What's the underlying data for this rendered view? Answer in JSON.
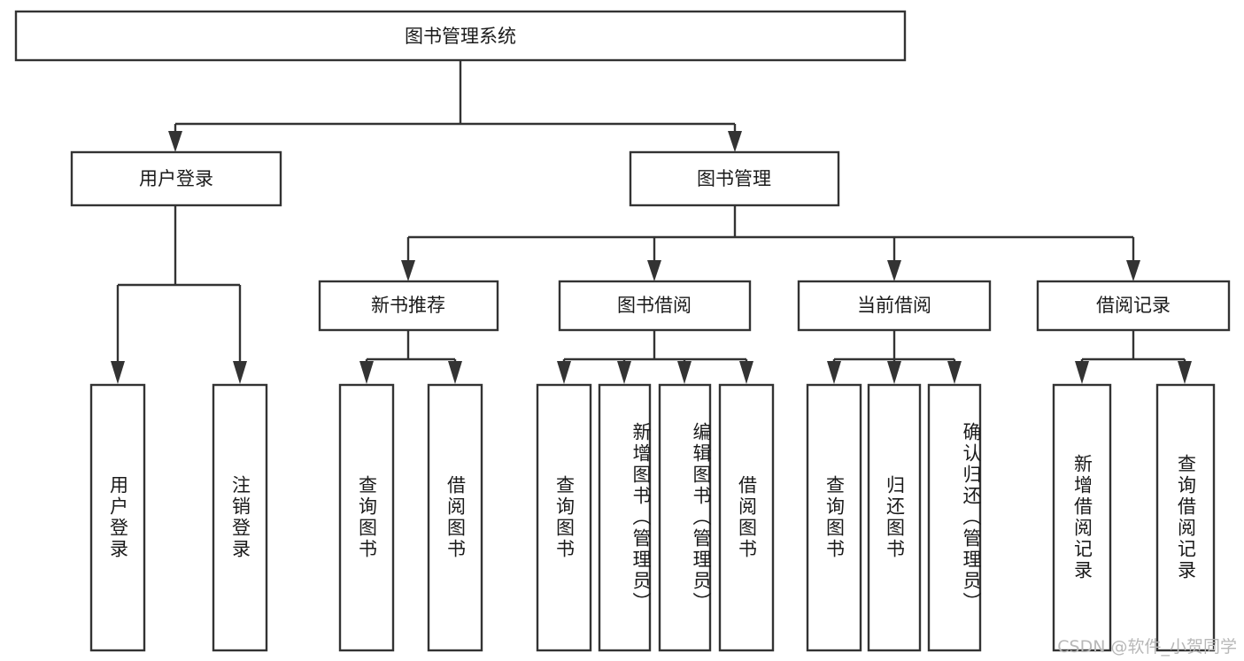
{
  "diagram": {
    "type": "tree",
    "title": "图书管理系统",
    "orientation": "top-down",
    "colors": {
      "box_stroke": "#333333",
      "box_fill": "#ffffff",
      "connector": "#333333",
      "text": "#1a1a1a",
      "watermark": "#b8b8b8",
      "background": "#ffffff"
    },
    "root": {
      "label": "图书管理系统"
    },
    "level2": [
      {
        "label": "用户登录"
      },
      {
        "label": "图书管理"
      }
    ],
    "level3": [
      {
        "label": "新书推荐"
      },
      {
        "label": "图书借阅"
      },
      {
        "label": "当前借阅"
      },
      {
        "label": "借阅记录"
      }
    ],
    "leaves": [
      {
        "label": "用户登录",
        "parent": "用户登录"
      },
      {
        "label": "注销登录",
        "parent": "用户登录"
      },
      {
        "label": "查询图书",
        "parent": "新书推荐"
      },
      {
        "label": "借阅图书",
        "parent": "新书推荐"
      },
      {
        "label": "查询图书",
        "parent": "图书借阅"
      },
      {
        "label": "新增图书（管理员）",
        "parent": "图书借阅"
      },
      {
        "label": "编辑图书（管理员）",
        "parent": "图书借阅"
      },
      {
        "label": "借阅图书",
        "parent": "图书借阅"
      },
      {
        "label": "查询图书",
        "parent": "当前借阅"
      },
      {
        "label": "归还图书",
        "parent": "当前借阅"
      },
      {
        "label": "确认归还（管理员）",
        "parent": "当前借阅"
      },
      {
        "label": "新增借阅记录",
        "parent": "借阅记录"
      },
      {
        "label": "查询借阅记录",
        "parent": "借阅记录"
      }
    ]
  },
  "watermark": {
    "text": "CSDN @软件_小贺同学"
  }
}
